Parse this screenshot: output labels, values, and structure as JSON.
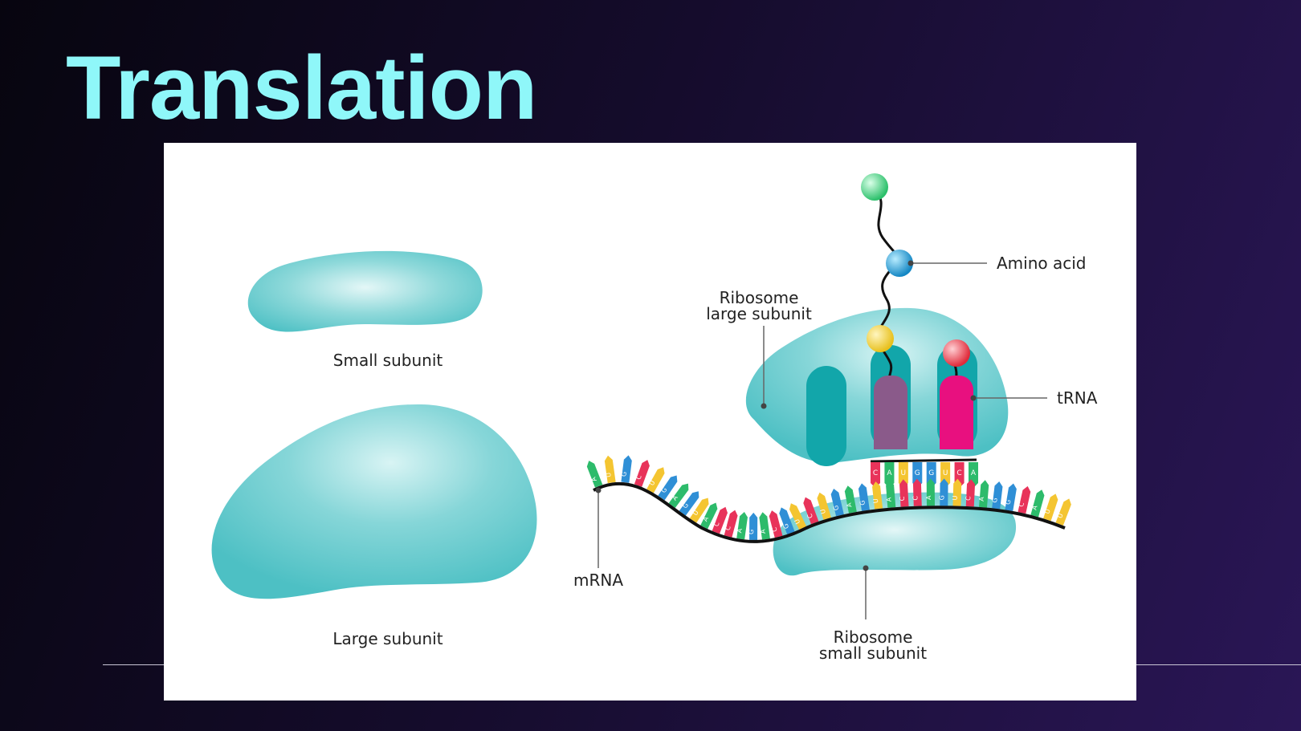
{
  "slide": {
    "title": "Translation"
  },
  "diagram": {
    "labels": {
      "small_subunit": "Small subunit",
      "large_subunit": "Large subunit",
      "mrna": "mRNA",
      "ribosome_large_line1": "Ribosome",
      "ribosome_large_line2": "large subunit",
      "ribosome_small_line1": "Ribosome",
      "ribosome_small_line2": "small subunit",
      "amino_acid": "Amino acid",
      "trna": "tRNA"
    },
    "colors": {
      "ribosome": "#52c4c8",
      "ribosome_dark": "#12a6aa",
      "trna_magenta": "#e8107f",
      "trna_purple": "#8a5a8a",
      "amino_green": "#3ccf7b",
      "amino_blue": "#1aa1d6",
      "amino_yellow": "#f2d33a",
      "amino_red": "#ee3b4b",
      "base_red": "#e8335a",
      "base_yellow": "#f4c531",
      "base_green": "#2dbb6b",
      "base_blue": "#2f8fd6"
    },
    "mrna_sequence": "AUGCUGAGUACCAGACGUCUGAGUACCAGUCAGGCAUU",
    "anticodon_sequence": "CAUGGUCA"
  }
}
